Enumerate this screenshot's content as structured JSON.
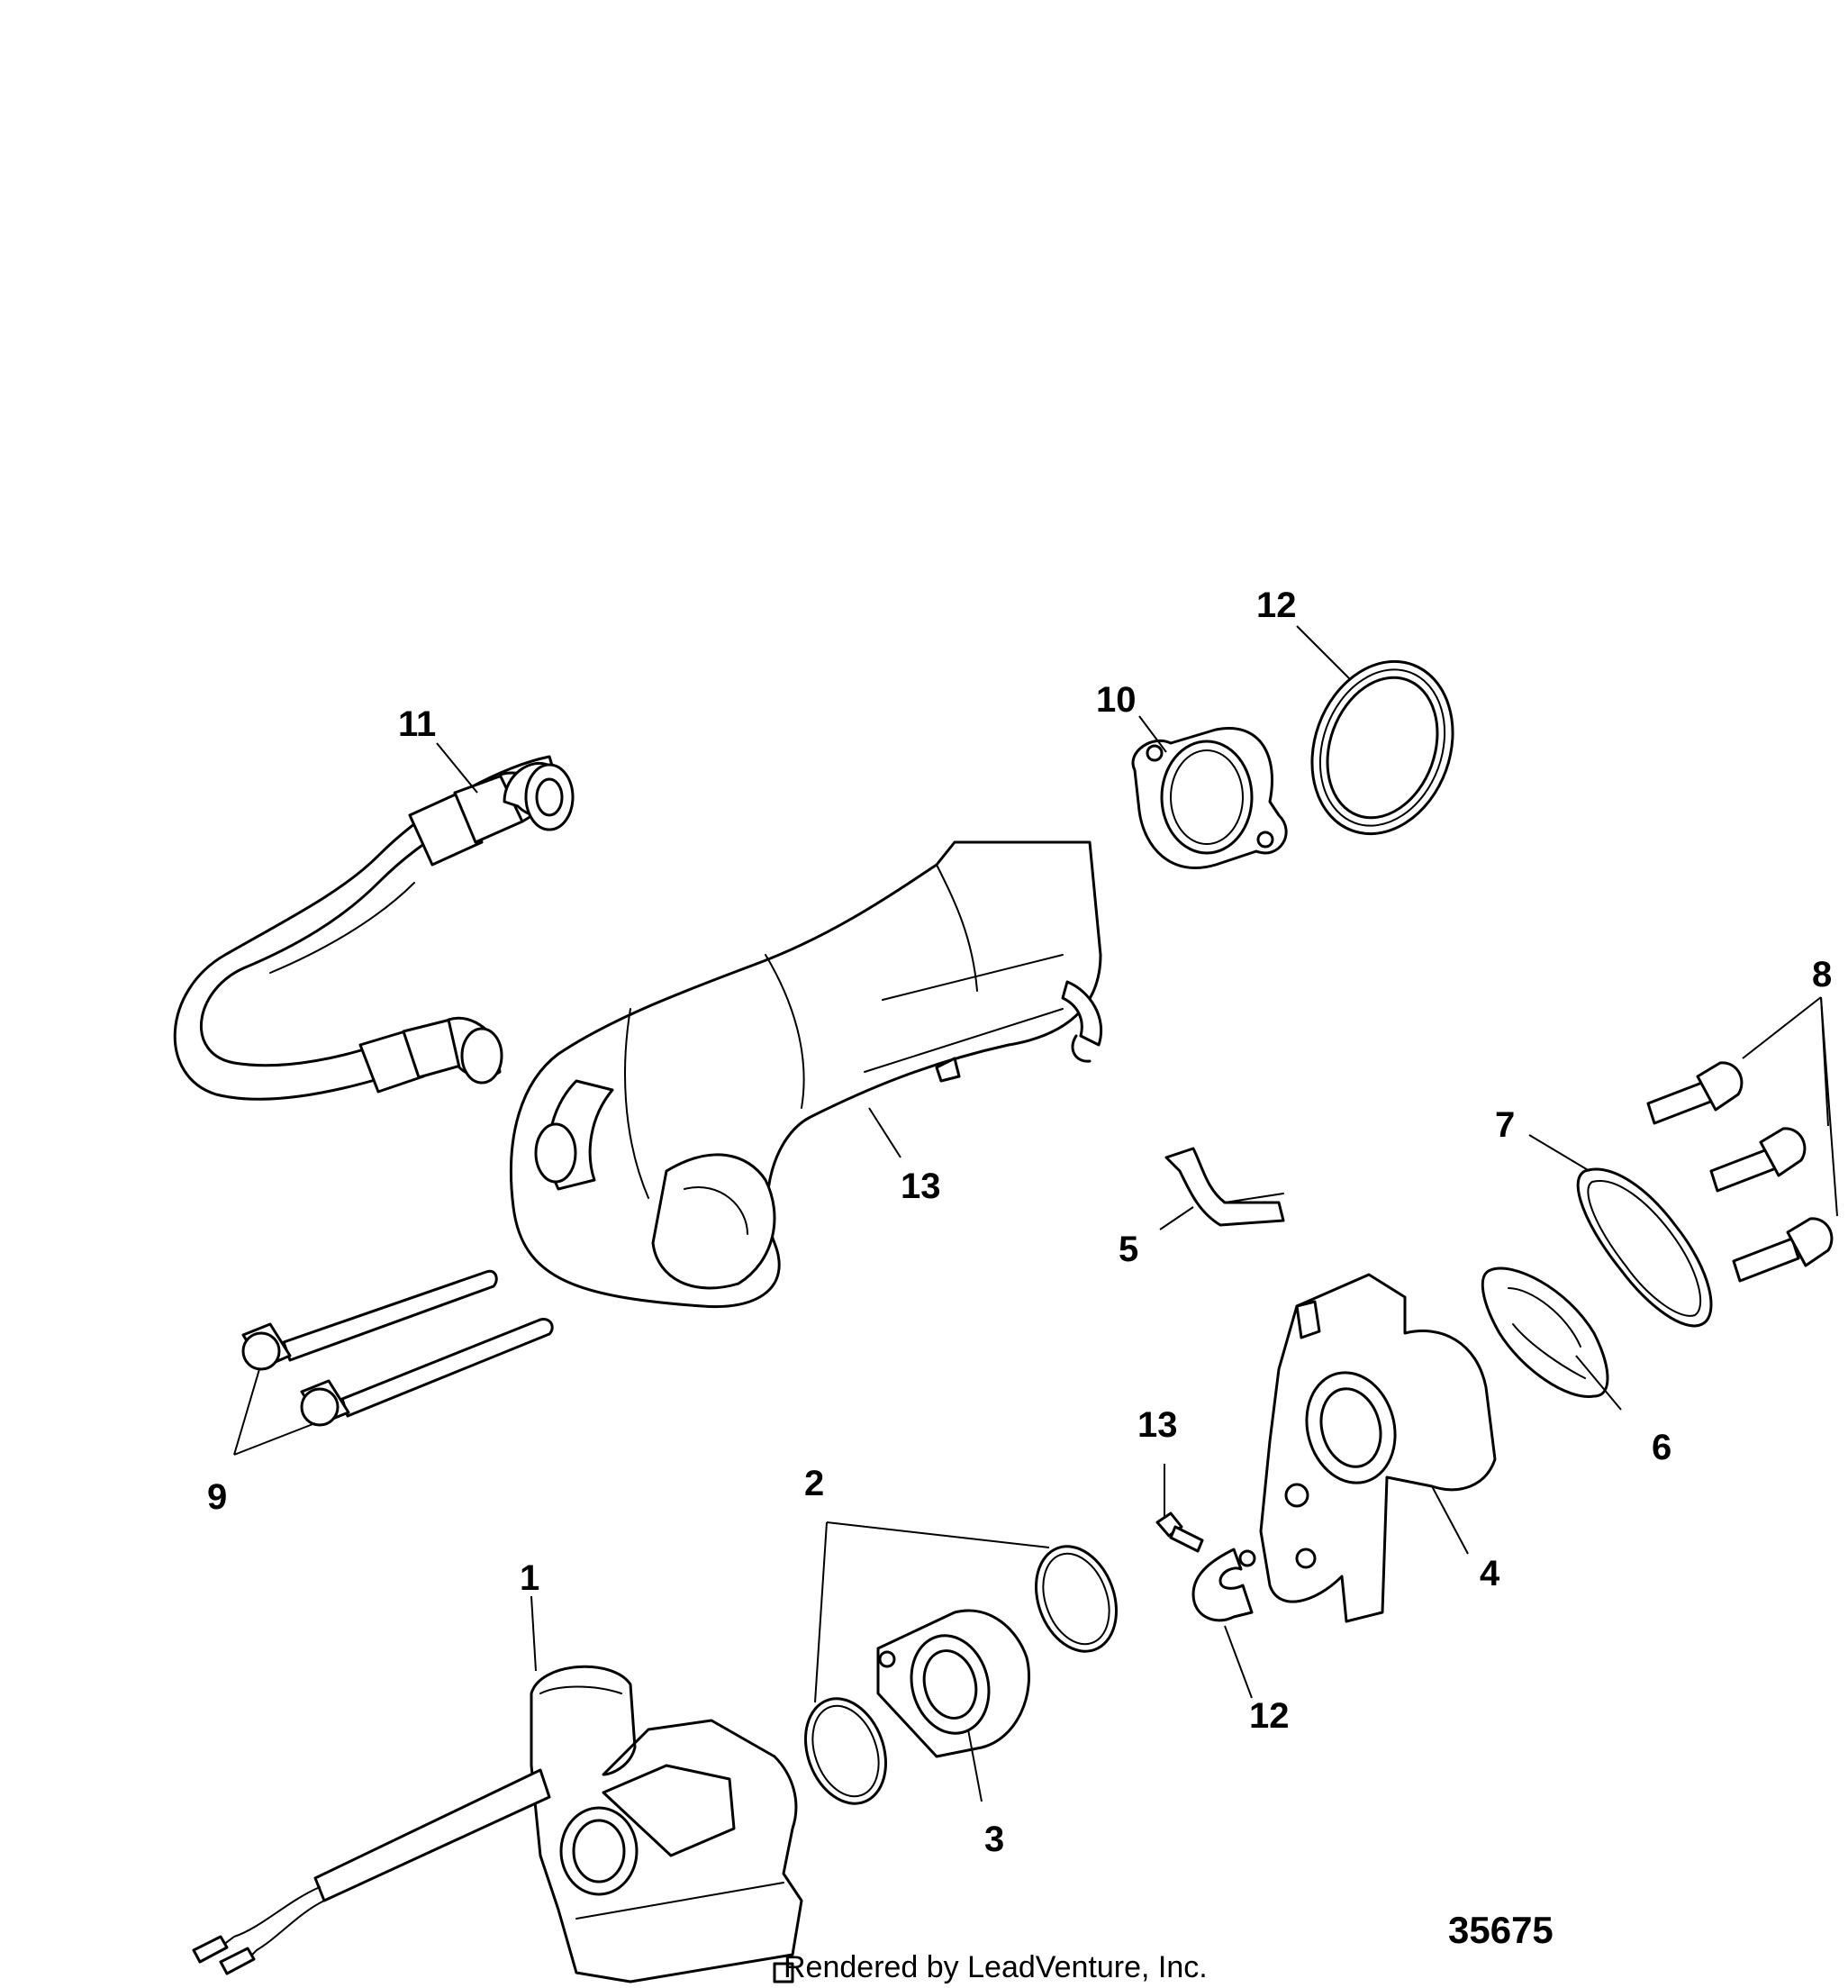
{
  "callouts": {
    "c1": "1",
    "c2": "2",
    "c3": "3",
    "c4": "4",
    "c5": "5",
    "c6": "6",
    "c7": "7",
    "c8": "8",
    "c9": "9",
    "c10": "10",
    "c11": "11",
    "c12a": "12",
    "c12b": "12",
    "c13a": "13",
    "c13b": "13"
  },
  "diagram_number": "35675",
  "footer": "Rendered by LeadVenture, Inc."
}
